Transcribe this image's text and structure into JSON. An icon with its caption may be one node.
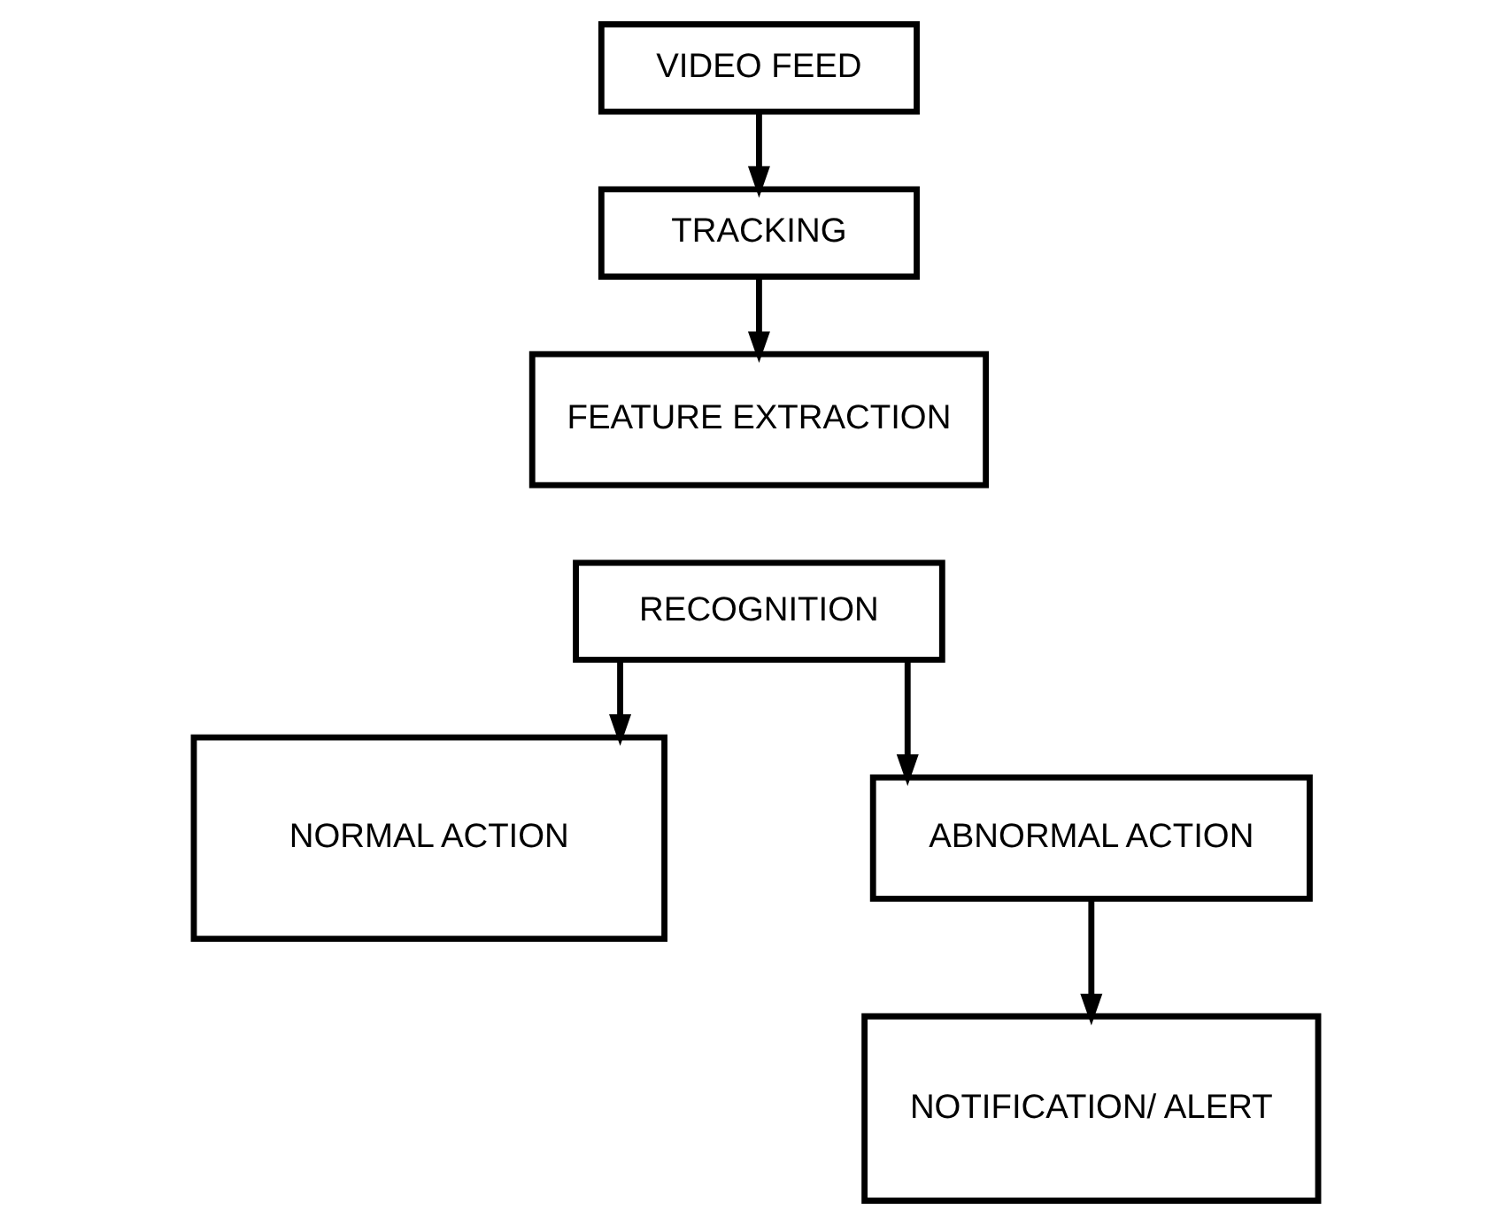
{
  "diagram": {
    "nodes": [
      {
        "text": [
          "VIDEO FEED"
        ]
      },
      {
        "text": [
          "TRACKING"
        ]
      },
      {
        "text": [
          "FEATURE EXTRACTION"
        ]
      },
      {
        "text": [
          "RECOGNITION"
        ]
      },
      {
        "text": [
          "NORMAL ACTION"
        ]
      },
      {
        "text": [
          "ABNORMAL ACTION"
        ]
      },
      {
        "text": [
          "NOTIFICATION/ ALERT"
        ]
      }
    ],
    "edges": [
      {
        "from": 0,
        "to": 1,
        "arrow": "to"
      },
      {
        "from": 1,
        "to": 2,
        "arrow": "to"
      },
      {
        "from": 3,
        "to": 4,
        "arrow": "to"
      },
      {
        "from": 3,
        "to": 5,
        "arrow": "to"
      },
      {
        "from": 5,
        "to": 6,
        "arrow": "to"
      }
    ]
  }
}
